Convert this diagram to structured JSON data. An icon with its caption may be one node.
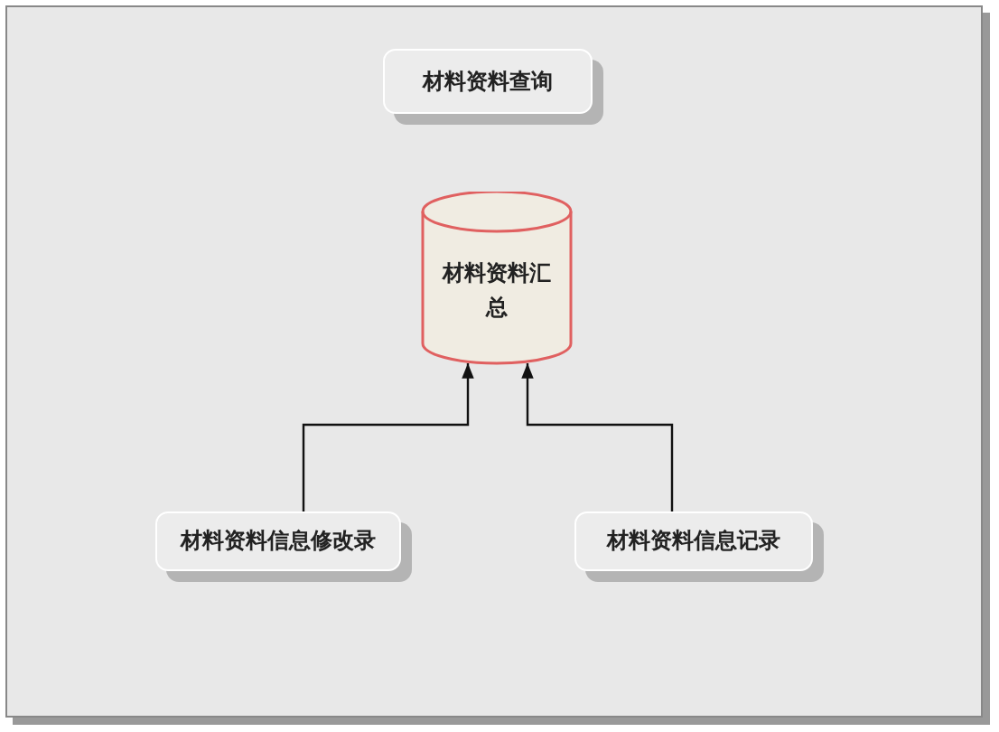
{
  "diagram": {
    "nodes": [
      {
        "text": [
          "材料资料查询"
        ]
      },
      {
        "text": [
          "材料资料汇总"
        ]
      },
      {
        "text": [
          "材料资料信息修改录"
        ]
      },
      {
        "text": [
          "材料资料信息记录"
        ]
      }
    ],
    "edges": [
      {
        "from": 2,
        "to": 1,
        "arrow": "to"
      },
      {
        "from": 3,
        "to": 1,
        "arrow": "to"
      }
    ]
  }
}
